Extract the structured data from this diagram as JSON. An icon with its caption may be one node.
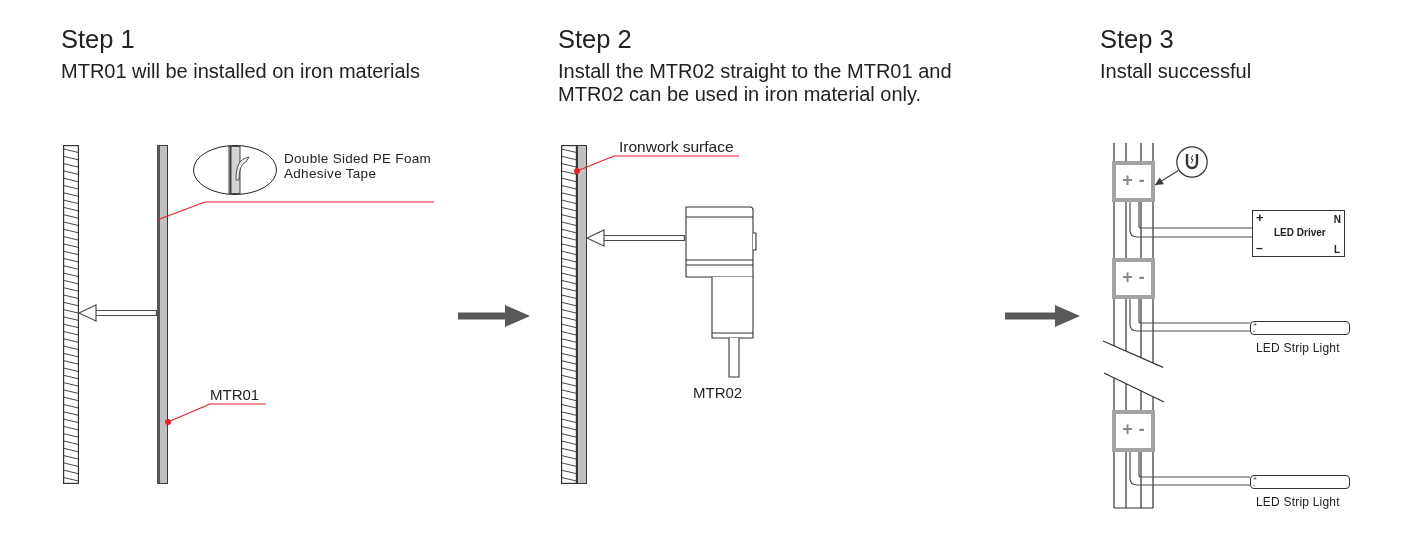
{
  "diagram": {
    "nodes": [
      {
        "text": [],
        "shape": "bar"
      },
      {
        "text": [],
        "shape": "bar"
      },
      {
        "text": [
          "Double Sided PE Foam Adhesive Tape"
        ]
      },
      {
        "text": [
          "MTR01"
        ]
      },
      {
        "text": [],
        "shape": "bar"
      },
      {
        "text": [],
        "shape": "bar"
      },
      {
        "text": [
          "Ironwork surface"
        ]
      },
      {
        "text": [],
        "shape": "picture",
        "beside": [
          "MTR02"
        ]
      },
      {
        "text": [],
        "shape": "circle"
      },
      {
        "text": [
          "+ -"
        ]
      },
      {
        "text": [
          "+",
          "N",
          "LED Driver",
          "–",
          "L"
        ]
      },
      {
        "text": [
          "+ -"
        ]
      },
      {
        "text": [
          "+ -"
        ],
        "beside": [
          "LED Strip Light"
        ]
      },
      {
        "text": [
          "+ -"
        ]
      },
      {
        "text": [
          "+ -"
        ],
        "beside": [
          "LED Strip Light"
        ]
      }
    ],
    "edges": [
      {
        "from": 1,
        "to": 0,
        "arrow": "to"
      },
      {
        "from": 2,
        "to": 1,
        "arrow": "none",
        "color": "#e8202a"
      },
      {
        "from": 3,
        "to": 1,
        "arrow": "other",
        "color": "#e8202a"
      },
      {
        "from": 6,
        "to": 4,
        "arrow": "other",
        "color": "#e8202a"
      },
      {
        "from": 7,
        "to": 5,
        "arrow": "to"
      },
      {
        "from": 8,
        "to": 9,
        "arrow": "to",
        "color": "#3d3d3d"
      },
      {
        "from": 9,
        "to": 10,
        "arrow": "none"
      },
      {
        "from": 11,
        "to": 12,
        "arrow": "none"
      },
      {
        "from": 13,
        "to": 14,
        "arrow": "none"
      }
    ],
    "labels": [
      "Step 1",
      "MTR01 will be installed on iron materials",
      "Step 2",
      "Install the MTR02 straight to the MTR01 and MTR02 can be used in iron material only.",
      "Step 3",
      "Install successful"
    ]
  }
}
